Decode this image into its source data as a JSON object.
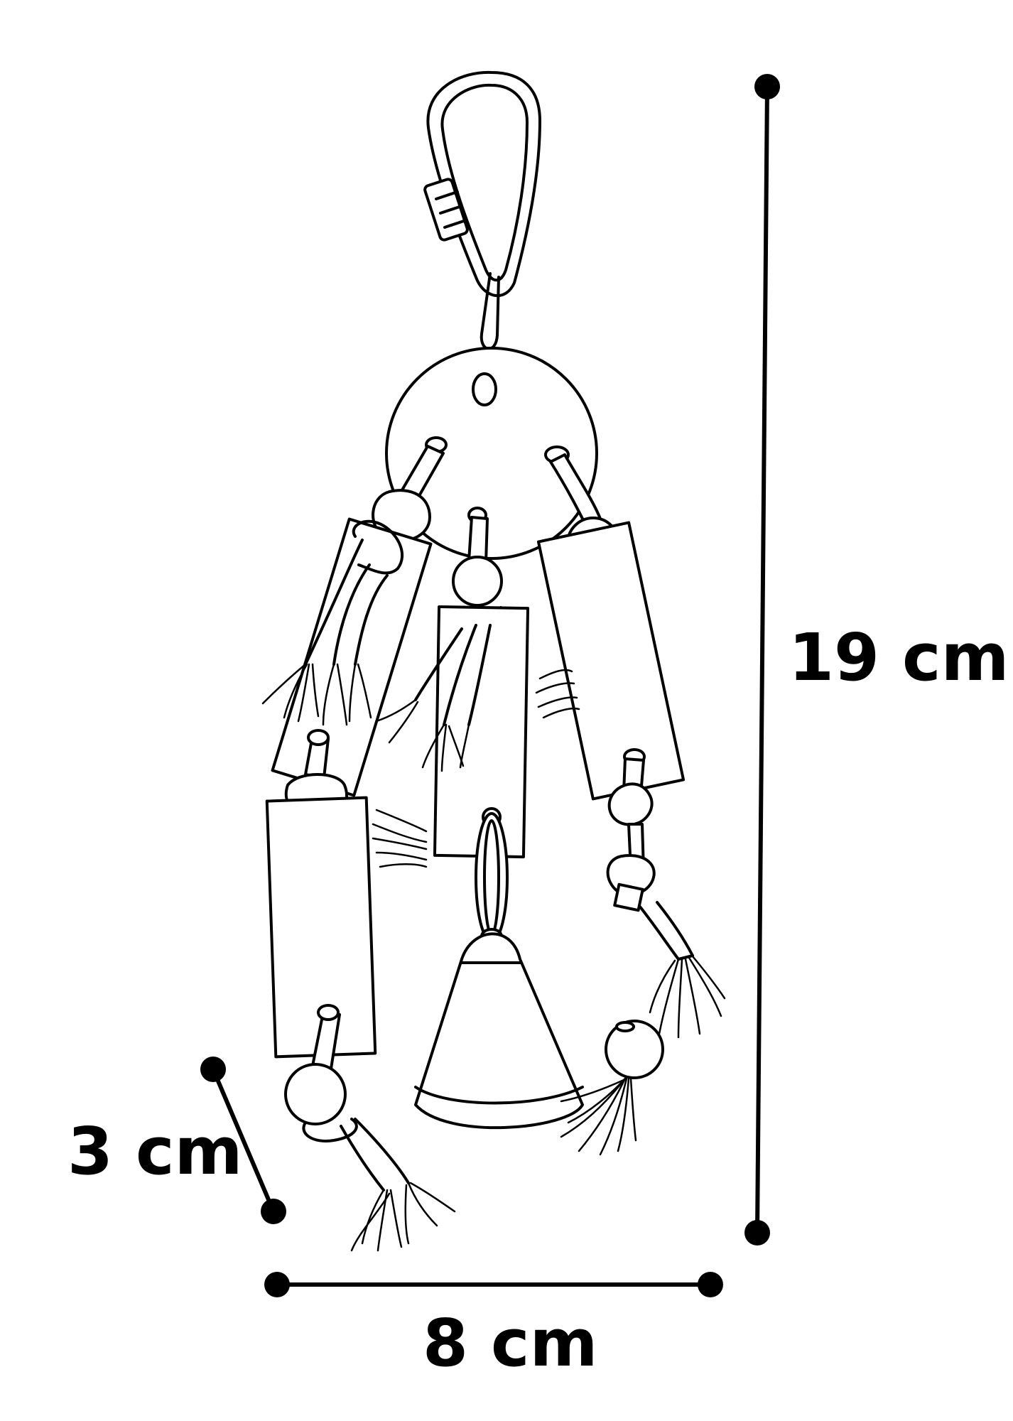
{
  "diagram": {
    "dimensions": {
      "height": "19 cm",
      "width": "8 cm",
      "depth": "3 cm"
    }
  }
}
